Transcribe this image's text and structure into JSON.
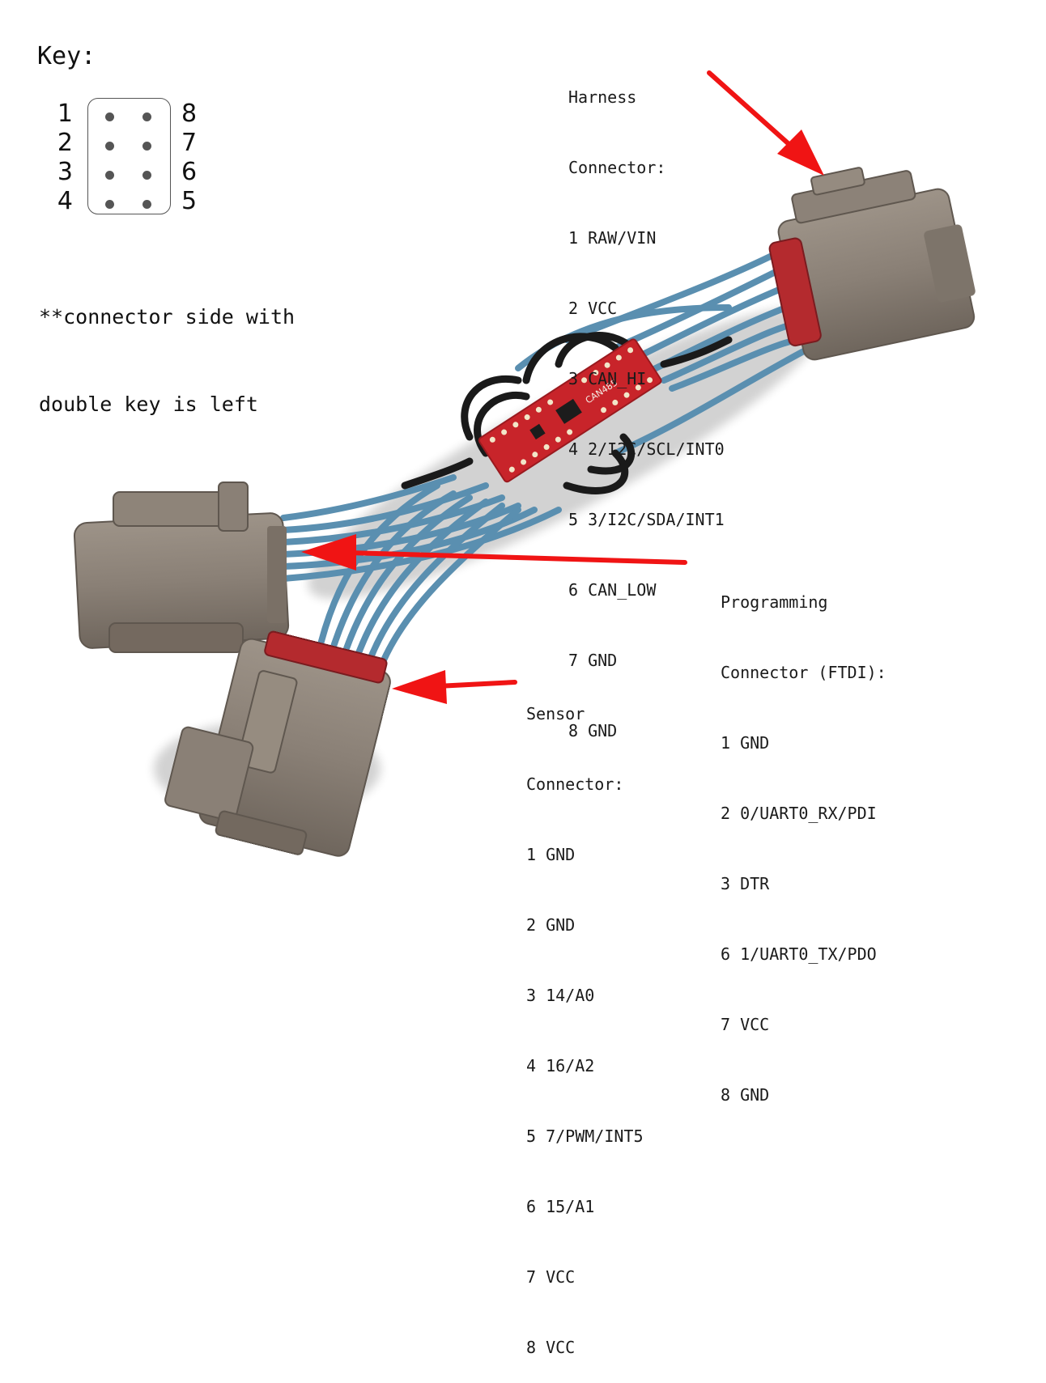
{
  "key": {
    "title": "Key:",
    "left_pins": [
      "1",
      "2",
      "3",
      "4"
    ],
    "right_pins": [
      "8",
      "7",
      "6",
      "5"
    ],
    "note_lines": [
      "**connector side with",
      "double key is left"
    ]
  },
  "harness": {
    "title_lines": [
      "Harness",
      "Connector:"
    ],
    "pins": [
      "1 RAW/VIN",
      "2 VCC",
      "3 CAN_HI",
      "4 2/I2C/SCL/INT0",
      "5 3/I2C/SDA/INT1",
      "6 CAN_LOW",
      "7 GND",
      "8 GND"
    ]
  },
  "programming": {
    "title_lines": [
      "Programming",
      "Connector (FTDI):"
    ],
    "pins": [
      "1 GND",
      "2 0/UART0_RX/PDI",
      "3 DTR",
      "6 1/UART0_TX/PDO",
      "7 VCC",
      "8 GND"
    ]
  },
  "sensor": {
    "title_lines": [
      "Sensor",
      "Connector:"
    ],
    "pins": [
      "1 GND",
      "2 GND",
      "3 14/A0",
      "4 16/A2",
      "5 7/PWM/INT5",
      "6 15/A1",
      "7 VCC",
      "8 VCC"
    ]
  },
  "board": {
    "silkscreen": "CAN485"
  },
  "colors": {
    "arrow": "#f01414",
    "wire": "#5a8fb0",
    "connector": "#8f857a",
    "board": "#c8242a",
    "heatshrink": "#1a1a1a"
  }
}
